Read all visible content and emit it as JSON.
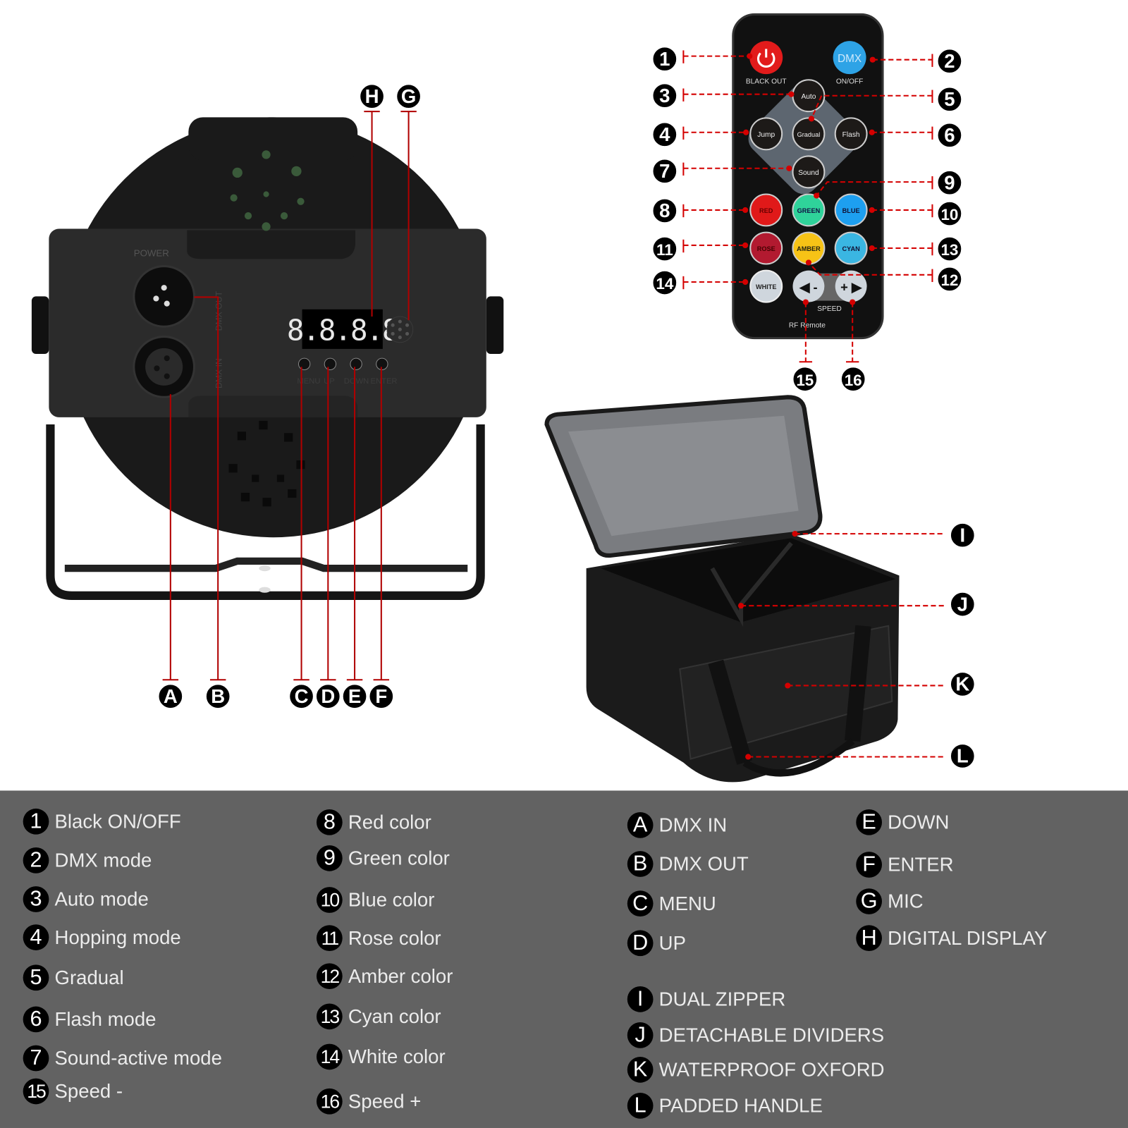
{
  "colors": {
    "callout_line": "#d40000",
    "legend_bg": "#626262",
    "legend_text": "#ececec",
    "badge": "#000000"
  },
  "fixture": {
    "power_label": "POWER",
    "dmx_out_label": "DMX OUT",
    "dmx_in_label": "DMX IN",
    "display_value": "8.8.8.8",
    "buttons": [
      "MENU",
      "UP",
      "DOWN",
      "ENTER"
    ]
  },
  "remote": {
    "blackout_label": "BLACK OUT",
    "dmx_button": "DMX",
    "dmx_label": "ON/OFF",
    "mode_buttons": {
      "auto": "Auto",
      "jump": "Jump",
      "gradual": "Gradual",
      "flash": "Flash",
      "sound": "Sound"
    },
    "color_buttons": {
      "red": "RED",
      "green": "GREEN",
      "blue": "BLUE",
      "rose": "ROSE",
      "amber": "AMBER",
      "cyan": "CYAN",
      "white": "WHITE"
    },
    "speed_minus": "◀ -",
    "speed_plus": "+ ▶",
    "speed_label": "SPEED",
    "footer": "RF Remote"
  },
  "callouts": {
    "numbers": [
      "1",
      "2",
      "3",
      "4",
      "5",
      "6",
      "7",
      "8",
      "9",
      "10",
      "11",
      "12",
      "13",
      "14",
      "15",
      "16"
    ],
    "letters": [
      "A",
      "B",
      "C",
      "D",
      "E",
      "F",
      "G",
      "H",
      "I",
      "J",
      "K",
      "L"
    ]
  },
  "legend": {
    "remote_col1": [
      {
        "n": "1",
        "text": "Black ON/OFF"
      },
      {
        "n": "2",
        "text": "DMX mode"
      },
      {
        "n": "3",
        "text": "Auto mode"
      },
      {
        "n": "4",
        "text": "Hopping mode"
      },
      {
        "n": "5",
        "text": "Gradual"
      },
      {
        "n": "6",
        "text": "Flash mode"
      },
      {
        "n": "7",
        "text": "Sound-active mode"
      },
      {
        "n": "15",
        "text": "Speed -"
      }
    ],
    "remote_col2": [
      {
        "n": "8",
        "text": "Red color"
      },
      {
        "n": "9",
        "text": "Green color"
      },
      {
        "n": "10",
        "text": "Blue color"
      },
      {
        "n": "11",
        "text": "Rose color"
      },
      {
        "n": "12",
        "text": "Amber color"
      },
      {
        "n": "13",
        "text": "Cyan color"
      },
      {
        "n": "14",
        "text": "White color"
      },
      {
        "n": "16",
        "text": "Speed +"
      }
    ],
    "fixture_col1": [
      {
        "n": "A",
        "text": "DMX IN"
      },
      {
        "n": "B",
        "text": "DMX OUT"
      },
      {
        "n": "C",
        "text": "MENU"
      },
      {
        "n": "D",
        "text": "UP"
      }
    ],
    "fixture_col2": [
      {
        "n": "E",
        "text": "DOWN"
      },
      {
        "n": "F",
        "text": "ENTER"
      },
      {
        "n": "G",
        "text": "MIC"
      },
      {
        "n": "H",
        "text": "DIGITAL DISPLAY"
      }
    ],
    "bag": [
      {
        "n": "I",
        "text": "DUAL ZIPPER"
      },
      {
        "n": "J",
        "text": "DETACHABLE DIVIDERS"
      },
      {
        "n": "K",
        "text": "WATERPROOF OXFORD"
      },
      {
        "n": "L",
        "text": "PADDED HANDLE"
      }
    ]
  }
}
